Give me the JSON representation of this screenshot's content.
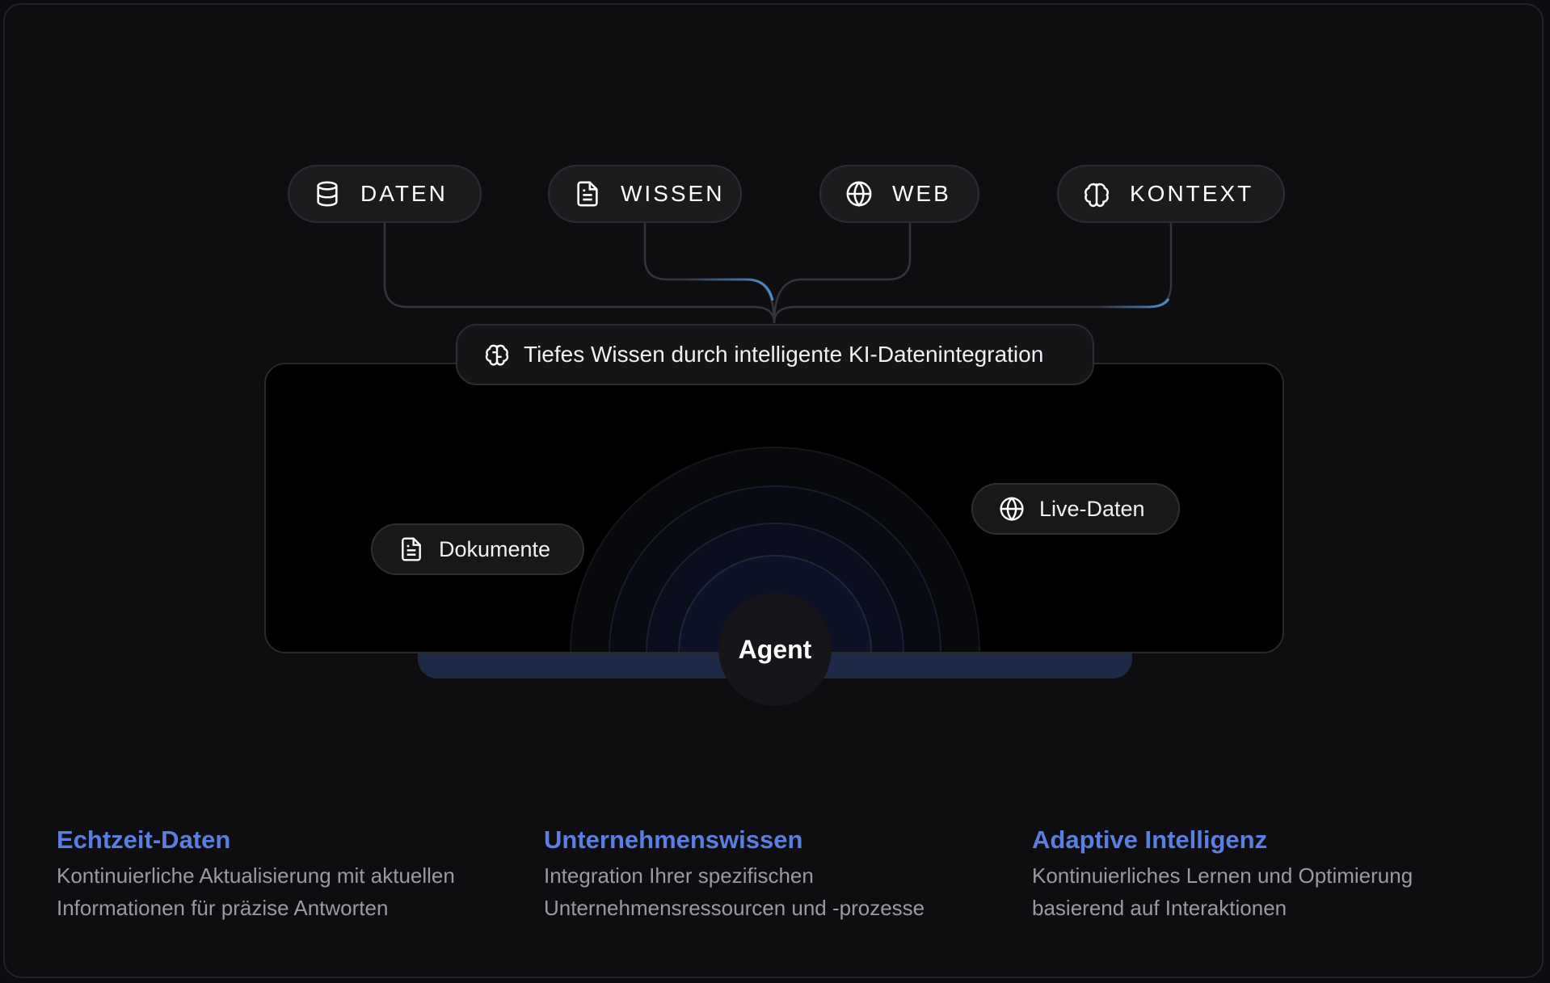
{
  "sources": [
    {
      "label": "DATEN",
      "icon": "database-icon"
    },
    {
      "label": "WISSEN",
      "icon": "document-icon"
    },
    {
      "label": "WEB",
      "icon": "globe-icon"
    },
    {
      "label": "KONTEXT",
      "icon": "brain-icon"
    }
  ],
  "banner": {
    "label": "Tiefes Wissen durch intelligente KI-Datenintegration",
    "icon": "brain-icon"
  },
  "chips": {
    "documents": {
      "label": "Dokumente",
      "icon": "document-icon"
    },
    "live": {
      "label": "Live-Daten",
      "icon": "globe-icon"
    }
  },
  "agent": {
    "label": "Agent"
  },
  "features": [
    {
      "title": "Echtzeit-Daten",
      "line1": "Kontinuierliche Aktualisierung mit aktuellen",
      "line2": "Informationen für präzise Antworten"
    },
    {
      "title": "Unternehmenswissen",
      "line1": "Integration Ihrer spezifischen",
      "line2": "Unternehmensressourcen und -prozesse"
    },
    {
      "title": "Adaptive Intelligenz",
      "line1": "Kontinuierliches Lernen und Optimierung",
      "line2": "basierend auf Interaktionen"
    }
  ],
  "colors": {
    "accent": "#5b7fe0",
    "highlight_line": "#4d8fd8",
    "background": "#0e0e10",
    "tray": "#1e2a45"
  }
}
